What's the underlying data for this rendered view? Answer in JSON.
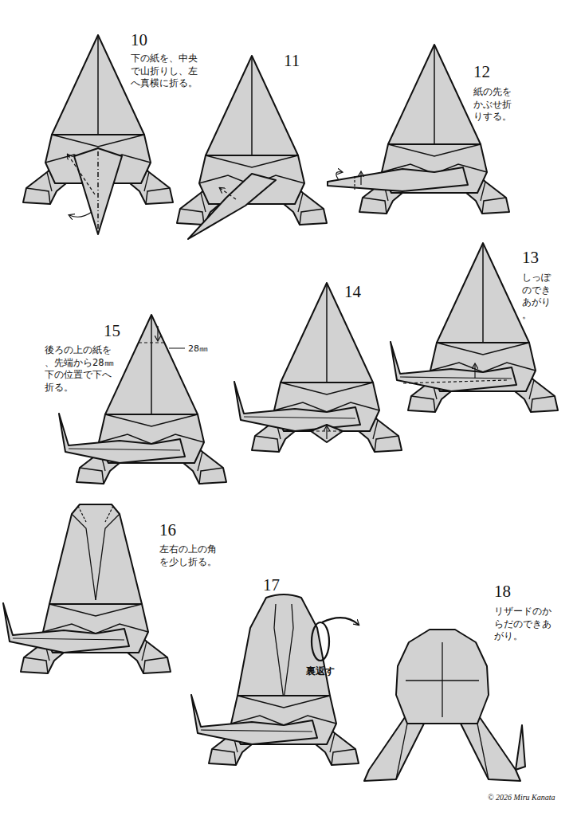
{
  "diagram": {
    "labels": [
      "10",
      "下の紙を、中央で山折りし、左へ真横に折る。",
      "11",
      "12",
      "紙の先をかぶせ折りする。",
      "13",
      "しっぽのできあがり。",
      "14",
      "15",
      "後ろの上の紙を、先端から28㎜下の位置で下へ折る。",
      "28㎜",
      "16",
      "左右の上の角を少し折る。",
      "17",
      "裏返す",
      "18",
      "リザードのからだのできあがり。",
      "© 2026 Miru Kanata"
    ]
  }
}
